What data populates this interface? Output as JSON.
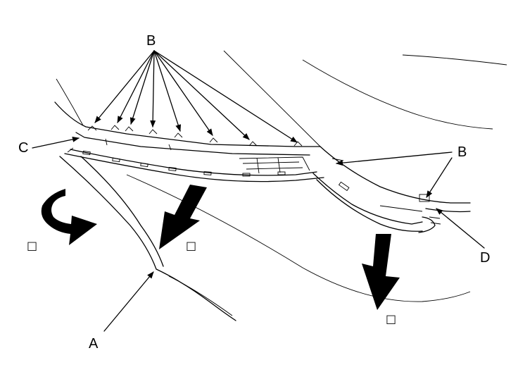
{
  "labels": {
    "a": "A",
    "b_top": "B",
    "b_right": "B",
    "c": "C",
    "d": "D"
  },
  "step_markers": {
    "left": "□",
    "middle": "□",
    "right": "□"
  }
}
